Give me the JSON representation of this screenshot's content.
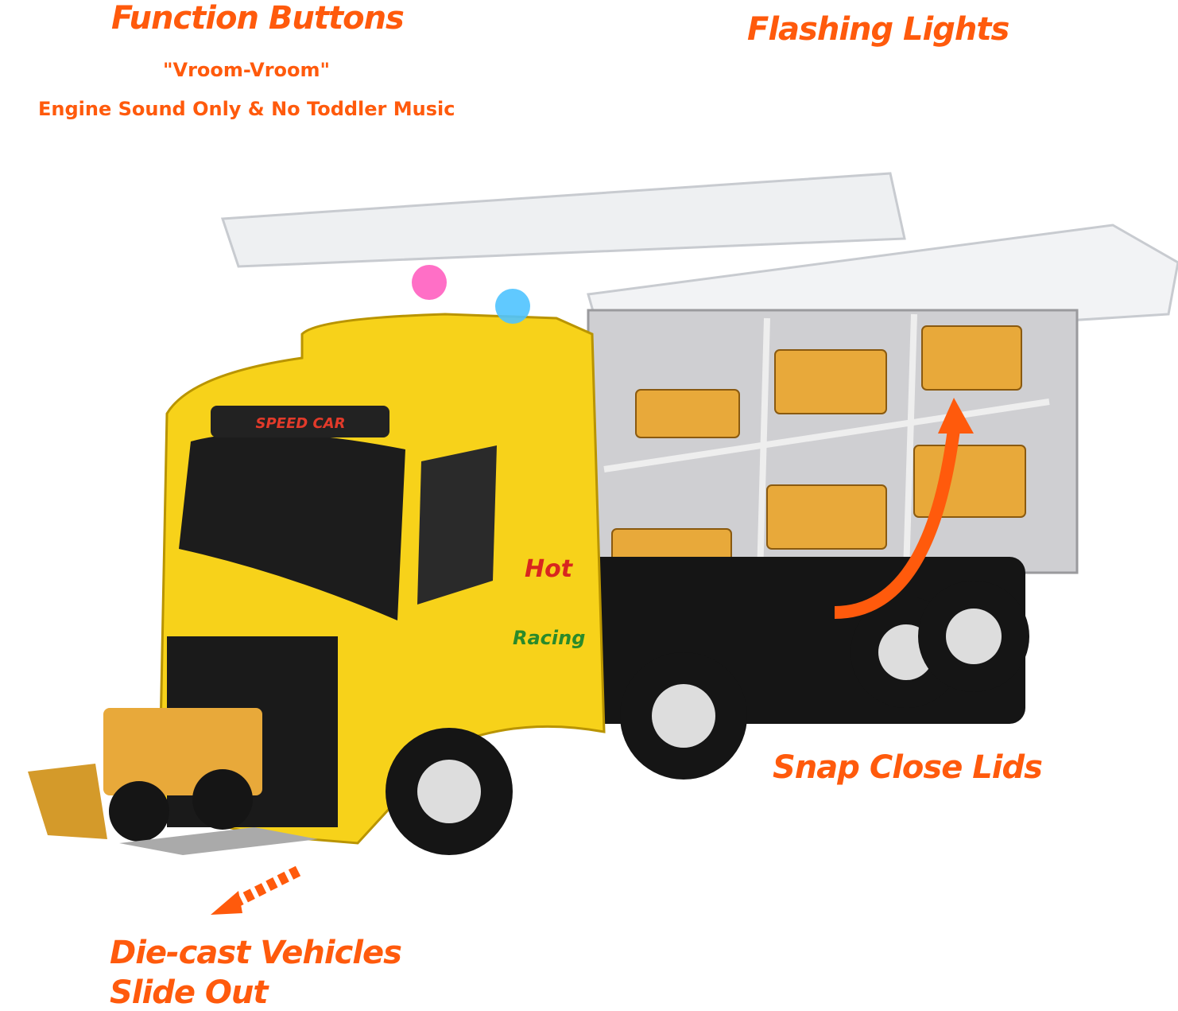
{
  "captions": {
    "function_buttons": "Function Buttons",
    "vroom": "\"Vroom-Vroom\"",
    "engine_sound": "Engine Sound Only & No Toddler Music",
    "flashing_lights": "Flashing Lights",
    "snap_close": "Snap Close Lids",
    "die_cast_line1": "Die-cast Vehicles",
    "die_cast_line2": "Slide Out"
  },
  "truck_decals": {
    "speed_car": "SPEED CAR",
    "hot": "Hot",
    "racing": "Racing"
  },
  "colors": {
    "caption": "#ff5a0c",
    "truck_body": "#f7d21a",
    "vehicles": "#e8a93a",
    "cargo": "#cfcfd2",
    "tires": "#1a1a1a"
  }
}
